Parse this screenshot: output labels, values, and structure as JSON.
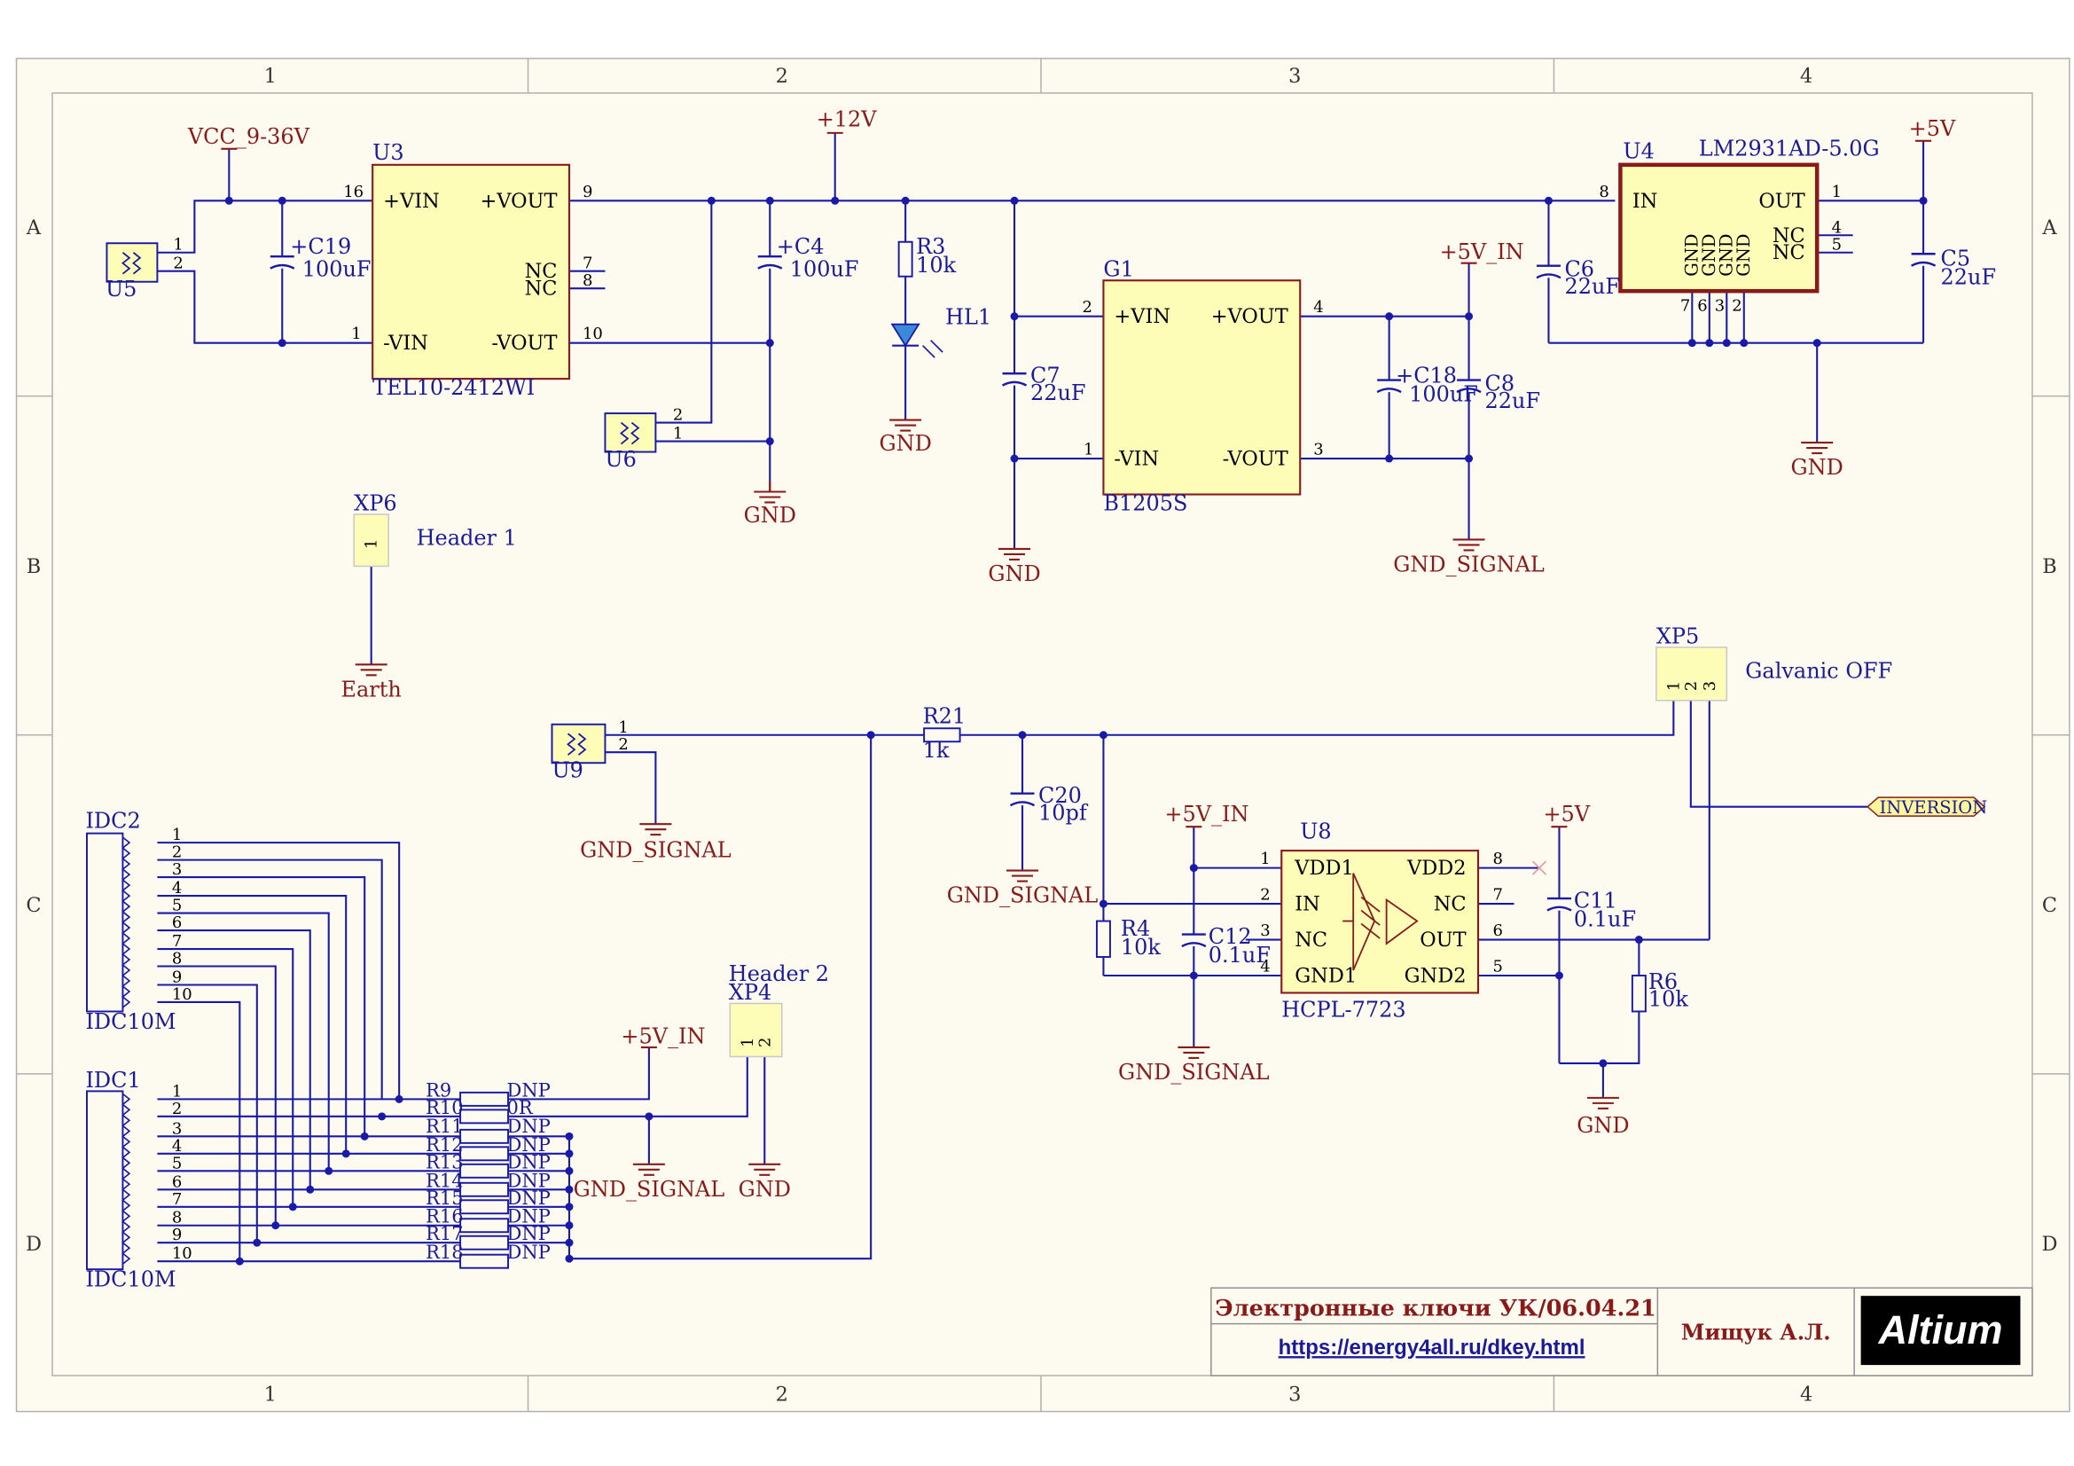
{
  "frame": {
    "cols": [
      "1",
      "2",
      "3",
      "4"
    ],
    "rows": [
      "A",
      "B",
      "C",
      "D"
    ]
  },
  "title_block": {
    "title": "Электронные ключи УК/06.04.21",
    "url": "https://energy4all.ru/dkey.html",
    "author": "Мищук А.Л.",
    "logo": "Altium"
  },
  "nets": {
    "vcc_in": "VCC_9-36V",
    "v12": "+12V",
    "v5": "+5V",
    "v5_in": "+5V_IN",
    "gnd": "GND",
    "gnd_signal": "GND_SIGNAL",
    "earth": "Earth",
    "inversion": "INVERSION"
  },
  "components": {
    "u3": {
      "ref": "U3",
      "value": "TEL10-2412WI",
      "pins": [
        "+VIN",
        "+VOUT",
        "NC",
        "NC",
        "-VIN",
        "-VOUT"
      ],
      "pin_numbers": [
        "16",
        "9",
        "7",
        "8",
        "1",
        "10"
      ]
    },
    "u4": {
      "ref": "U4",
      "value": "LM2931AD-5.0G",
      "pins": [
        "IN",
        "OUT",
        "NC",
        "NC",
        "GND",
        "GND",
        "GND",
        "GND"
      ],
      "pin_numbers": [
        "8",
        "1",
        "4",
        "5",
        "7",
        "6",
        "3",
        "2"
      ]
    },
    "g1": {
      "ref": "G1",
      "value": "B1205S",
      "pins": [
        "+VIN",
        "+VOUT",
        "-VIN",
        "-VOUT"
      ],
      "pin_numbers": [
        "2",
        "4",
        "1",
        "3"
      ]
    },
    "u8": {
      "ref": "U8",
      "value": "HCPL-7723",
      "pins": [
        "VDD1",
        "IN",
        "NC",
        "GND1",
        "VDD2",
        "NC",
        "OUT",
        "GND2"
      ],
      "pin_numbers": [
        "1",
        "2",
        "3",
        "4",
        "8",
        "7",
        "6",
        "5"
      ]
    },
    "c19": {
      "ref": "C19",
      "value": "100uF"
    },
    "c4": {
      "ref": "C4",
      "value": "100uF"
    },
    "c7": {
      "ref": "C7",
      "value": "22uF"
    },
    "c18": {
      "ref": "C18",
      "value": "100uF"
    },
    "c8": {
      "ref": "C8",
      "value": "22uF"
    },
    "c6": {
      "ref": "C6",
      "value": "22uF"
    },
    "c5": {
      "ref": "C5",
      "value": "22uF"
    },
    "c20": {
      "ref": "C20",
      "value": "10pf"
    },
    "c12": {
      "ref": "C12",
      "value": "0.1uF"
    },
    "c11": {
      "ref": "C11",
      "value": "0.1uF"
    },
    "r3": {
      "ref": "R3",
      "value": "10k"
    },
    "r21": {
      "ref": "R21",
      "value": "1k"
    },
    "r4": {
      "ref": "R4",
      "value": "10k"
    },
    "r6": {
      "ref": "R6",
      "value": "10k"
    },
    "hl1": {
      "ref": "HL1"
    },
    "u5": {
      "ref": "U5",
      "pins": [
        "1",
        "2"
      ]
    },
    "u6": {
      "ref": "U6",
      "pins": [
        "2",
        "1"
      ]
    },
    "u9": {
      "ref": "U9",
      "pins": [
        "1",
        "2"
      ]
    },
    "xp6": {
      "ref": "XP6",
      "comment": "Header 1",
      "pins": [
        "1"
      ]
    },
    "xp5": {
      "ref": "XP5",
      "comment": "Galvanic OFF",
      "pins": [
        "1",
        "2",
        "3"
      ]
    },
    "xp4": {
      "ref": "XP4",
      "comment": "Header 2",
      "pins": [
        "1",
        "2"
      ]
    },
    "idc2": {
      "ref": "IDC2",
      "value": "IDC10M",
      "pins": [
        "1",
        "2",
        "3",
        "4",
        "5",
        "6",
        "7",
        "8",
        "9",
        "10"
      ]
    },
    "idc1": {
      "ref": "IDC1",
      "value": "IDC10M",
      "pins": [
        "1",
        "2",
        "3",
        "4",
        "5",
        "6",
        "7",
        "8",
        "9",
        "10"
      ]
    }
  },
  "resistor_array": [
    {
      "ref": "R9",
      "value": "DNP"
    },
    {
      "ref": "R10",
      "value": "0R"
    },
    {
      "ref": "R11",
      "value": "DNP"
    },
    {
      "ref": "R12",
      "value": "DNP"
    },
    {
      "ref": "R13",
      "value": "DNP"
    },
    {
      "ref": "R14",
      "value": "DNP"
    },
    {
      "ref": "R15",
      "value": "DNP"
    },
    {
      "ref": "R16",
      "value": "DNP"
    },
    {
      "ref": "R17",
      "value": "DNP"
    },
    {
      "ref": "R18",
      "value": "DNP"
    }
  ],
  "colors": {
    "sheet": "#fdfbf0",
    "wire": "#1a1aa8",
    "part_border": "#8a1a1a",
    "part_fill": "#fdfdb8",
    "label": "#1a1a9a",
    "power": "#8a1a1a",
    "frame": "#b0b0b0"
  }
}
